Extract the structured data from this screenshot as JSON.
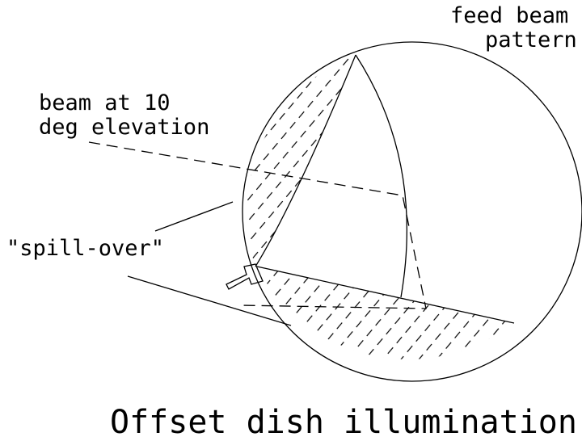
{
  "labels": {
    "feed_beam_line1": "feed beam",
    "feed_beam_line2": "pattern",
    "beam_elev_line1": "beam at 10",
    "beam_elev_line2": "deg elevation",
    "spill_over": "\"spill-over\""
  },
  "title": "Offset dish illumination",
  "colors": {
    "ink": "#000000",
    "background": "#ffffff"
  }
}
